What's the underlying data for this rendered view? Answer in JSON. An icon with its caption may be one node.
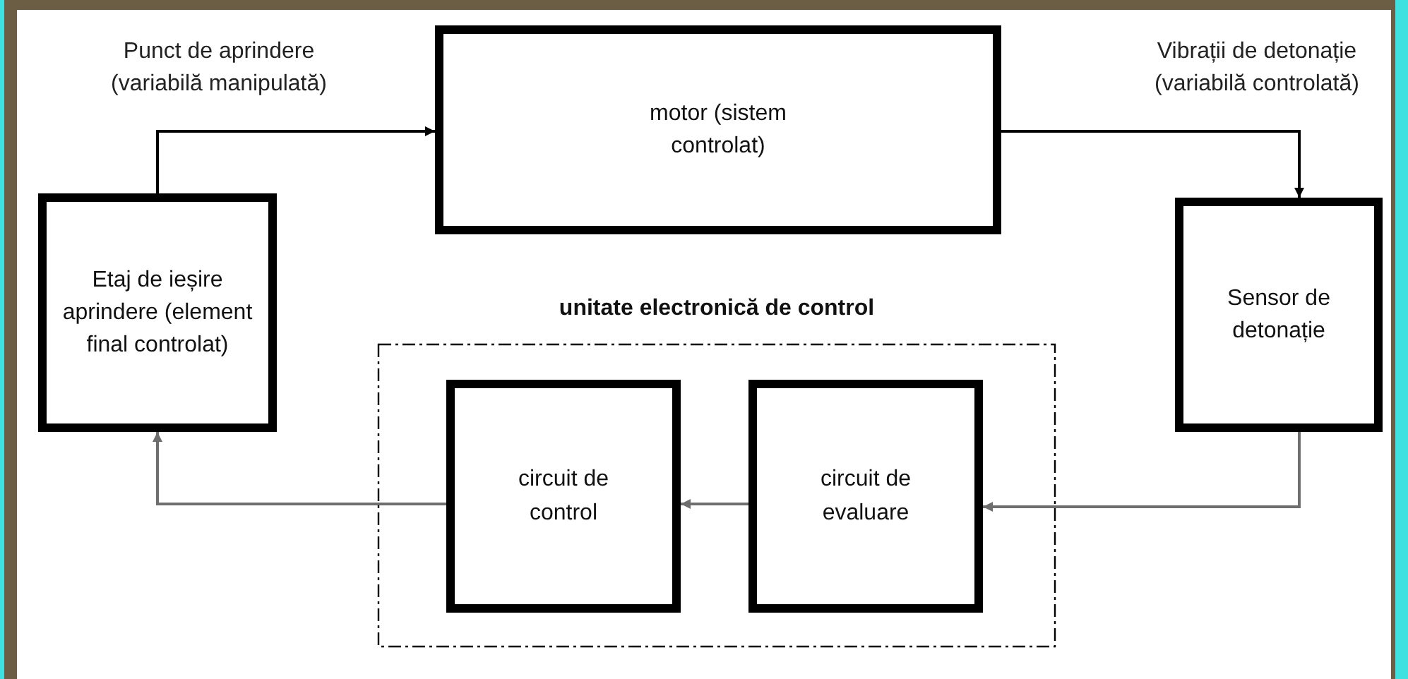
{
  "diagram": {
    "nodes": [
      {
        "text": [
          "motor (sistem controlat)"
        ]
      },
      {
        "text": [
          "Etaj de ieșire aprindere (element final controlat)"
        ]
      },
      {
        "text": [
          "Sensor de detonație"
        ]
      },
      {
        "text": [
          "unitate electronică de control"
        ]
      },
      {
        "text": [
          "circuit de control"
        ],
        "in": 3
      },
      {
        "text": [
          "circuit de evaluare"
        ],
        "in": 3
      }
    ],
    "edges": [
      {
        "from": 1,
        "to": 0,
        "arrow": "to",
        "label": "Punct de aprindere (variabilă manipulată)",
        "color": "#000000"
      },
      {
        "from": 0,
        "to": 2,
        "arrow": "to",
        "label": "Vibrații de detonație (variabilă controlată)",
        "color": "#000000"
      },
      {
        "from": 2,
        "to": 5,
        "arrow": "to"
      },
      {
        "from": 5,
        "to": 4,
        "arrow": "to"
      },
      {
        "from": 4,
        "to": 1,
        "arrow": "to"
      }
    ]
  }
}
